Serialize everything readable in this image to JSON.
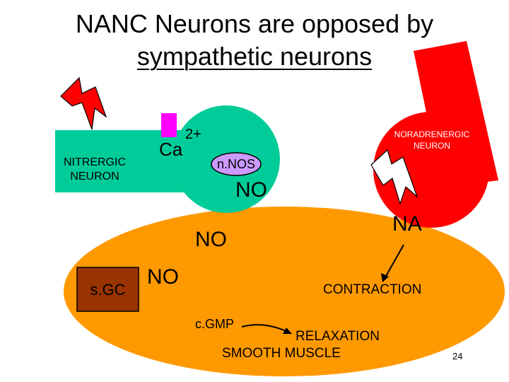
{
  "title": {
    "line1": "NANC Neurons are opposed by",
    "line2": "sympathetic neurons"
  },
  "nitrergic_neuron": {
    "label_line1": "NITRERGIC",
    "label_line2": "NEURON"
  },
  "calcium": {
    "base": "Ca",
    "superscript": "2+"
  },
  "nnos": {
    "label": "n.NOS"
  },
  "no_labels": {
    "presynaptic": "NO",
    "synaptic": "NO",
    "intracellular": "NO"
  },
  "noradrenergic_neuron": {
    "label_line1": "NORADRENERGIC",
    "label_line2": "NEURON"
  },
  "na": {
    "label": "NA"
  },
  "sgc": {
    "label": "s.GC"
  },
  "contraction": {
    "label": "CONTRACTION"
  },
  "cgmp": {
    "label": "c.GMP"
  },
  "relaxation": {
    "label": "RELAXATION"
  },
  "smooth_muscle": {
    "label": "SMOOTH MUSCLE"
  },
  "slide_number": "24",
  "colors": {
    "nitrergic": "#00CC99",
    "noradrenergic": "#FF0000",
    "muscle": "#FF9900",
    "calcium_channel": "#FF00FF",
    "nnos": "#CC99FF",
    "sgc": "#993300",
    "lightning_red": "#FF0000",
    "lightning_white": "#FFFFFF"
  }
}
